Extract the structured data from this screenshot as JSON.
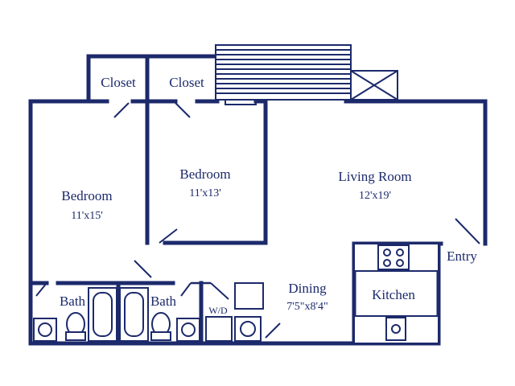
{
  "colors": {
    "ink": "#1c2a6b",
    "background": "#ffffff"
  },
  "rooms": {
    "bedroom_left": {
      "name": "Bedroom",
      "size": "11'x15'"
    },
    "bedroom_right": {
      "name": "Bedroom",
      "size": "11'x13'"
    },
    "living_room": {
      "name": "Living Room",
      "size": "12'x19'"
    },
    "dining": {
      "name": "Dining",
      "size": "7'5\"x8'4\""
    },
    "kitchen": {
      "name": "Kitchen"
    },
    "closet_left": {
      "name": "Closet"
    },
    "closet_right": {
      "name": "Closet"
    },
    "bath_left": {
      "name": "Bath"
    },
    "bath_right": {
      "name": "Bath"
    },
    "washer_dryer": {
      "name": "W/D"
    }
  },
  "entry": {
    "label": "Entry"
  },
  "icons": [
    "stair-icon",
    "storage-x-icon",
    "stove-icon",
    "sink-icon",
    "toilet-icon",
    "tub-icon",
    "water-heater-icon"
  ]
}
